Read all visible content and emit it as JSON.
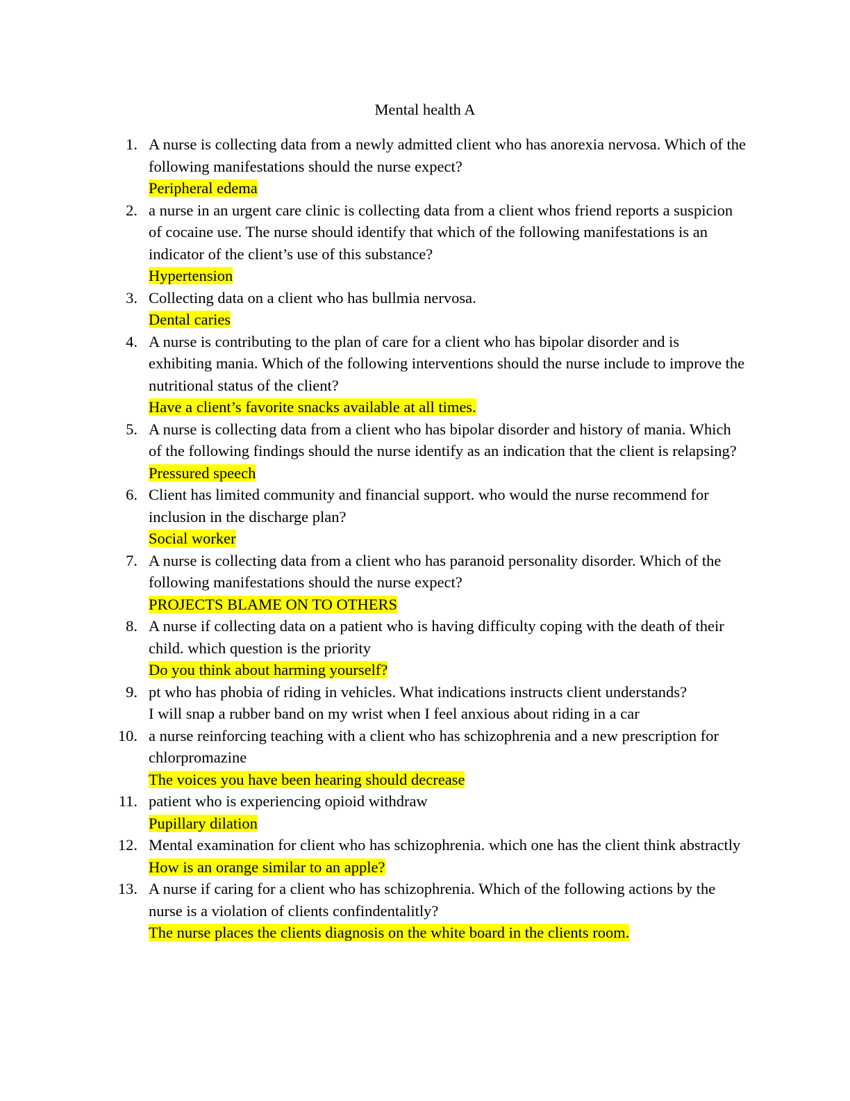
{
  "document": {
    "title": "Mental health A",
    "questions": [
      {
        "number": "1.",
        "text": "A nurse is collecting data from a newly admitted client who has anorexia nervosa. Which of the following manifestations should the nurse expect?",
        "answer": "Peripheral edema",
        "highlighted": true
      },
      {
        "number": "2.",
        "text": "a nurse in an urgent care clinic is collecting data from a client whos friend reports a suspicion of cocaine use. The nurse should identify that which of the following manifestations is an indicator of the client’s use of this substance?",
        "answer": "Hypertension",
        "highlighted": true
      },
      {
        "number": "3.",
        "text": "Collecting data on a client who has bullmia nervosa.",
        "answer": "Dental caries",
        "highlighted": true
      },
      {
        "number": "4.",
        "text": "A nurse is contributing to the plan of care for a client who has bipolar disorder and is exhibiting mania. Which of the following interventions should the nurse include to improve the nutritional status of the client?",
        "answer": "Have a client’s favorite snacks available at all times.",
        "highlighted": true
      },
      {
        "number": "5.",
        "text": "A nurse is collecting data from a client who has bipolar disorder and history of mania. Which of the following findings should the nurse identify as an indication that the client is relapsing?",
        "answer": "Pressured speech",
        "highlighted": true
      },
      {
        "number": "6.",
        "text": "Client has limited community and financial support. who would the nurse recommend for inclusion in the discharge plan?",
        "answer": "Social worker",
        "highlighted": true
      },
      {
        "number": "7.",
        "text": "A nurse is collecting data from a client who has paranoid personality disorder. Which of the following manifestations should the nurse expect?",
        "answer": "PROJECTS BLAME ON TO OTHERS",
        "highlighted": true
      },
      {
        "number": "8.",
        "text": "A nurse if collecting data on a patient who is having difficulty coping with the death of their child. which question is the priority",
        "answer": "Do you think about harming yourself?",
        "highlighted": true
      },
      {
        "number": "9.",
        "text": "pt who has phobia of riding in vehicles. What indications instructs client understands?",
        "answer": "I will snap a rubber band on my wrist when I feel anxious about riding in a car",
        "highlighted": false
      },
      {
        "number": "10.",
        "text": "a nurse reinforcing teaching with a client who has schizophrenia and a new prescription for chlorpromazine",
        "answer": "The voices you have been hearing should decrease",
        "highlighted": true
      },
      {
        "number": "11.",
        "text": "patient who is experiencing opioid withdraw",
        "answer": "Pupillary dilation",
        "highlighted": true
      },
      {
        "number": "12.",
        "text": "Mental examination for client who has schizophrenia. which one has the client think abstractly",
        "answer": "How is an orange similar to an apple?",
        "highlighted": true
      },
      {
        "number": "13.",
        "text": "A nurse if caring for a client who has schizophrenia. Which of the following actions by the nurse is a violation of clients confindentalitly?",
        "answer": "The nurse places the clients diagnosis on the white board in the clients room.",
        "highlighted": true
      }
    ]
  },
  "colors": {
    "highlight": "#ffff00",
    "text": "#000000",
    "background": "#ffffff"
  }
}
